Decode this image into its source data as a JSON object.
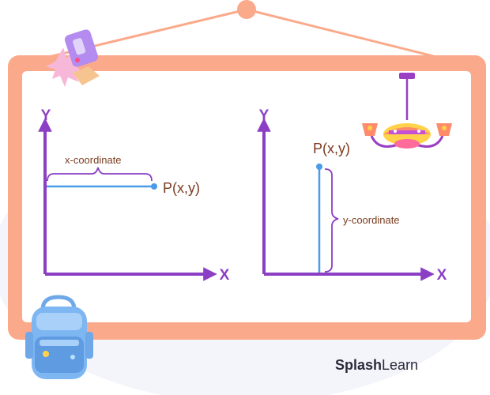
{
  "diagrams": [
    {
      "axes": {
        "y_label": "Y",
        "x_label": "X"
      },
      "point_label": "P(x,y)",
      "brace_label": "x-coordinate"
    },
    {
      "axes": {
        "y_label": "Y",
        "x_label": "X"
      },
      "point_label": "P(x,y)",
      "brace_label": "y-coordinate"
    }
  ],
  "brand": {
    "bold": "Splash",
    "regular": "Learn"
  },
  "colors": {
    "frame": "#FBA98B",
    "axis": "#8B3FC4",
    "segment": "#4A9BE8",
    "text": "#7A3B1E",
    "brace": "#8B3FC4"
  },
  "decorations": [
    "pencil-sharpener-icon",
    "chandelier-icon",
    "backpack-icon"
  ]
}
